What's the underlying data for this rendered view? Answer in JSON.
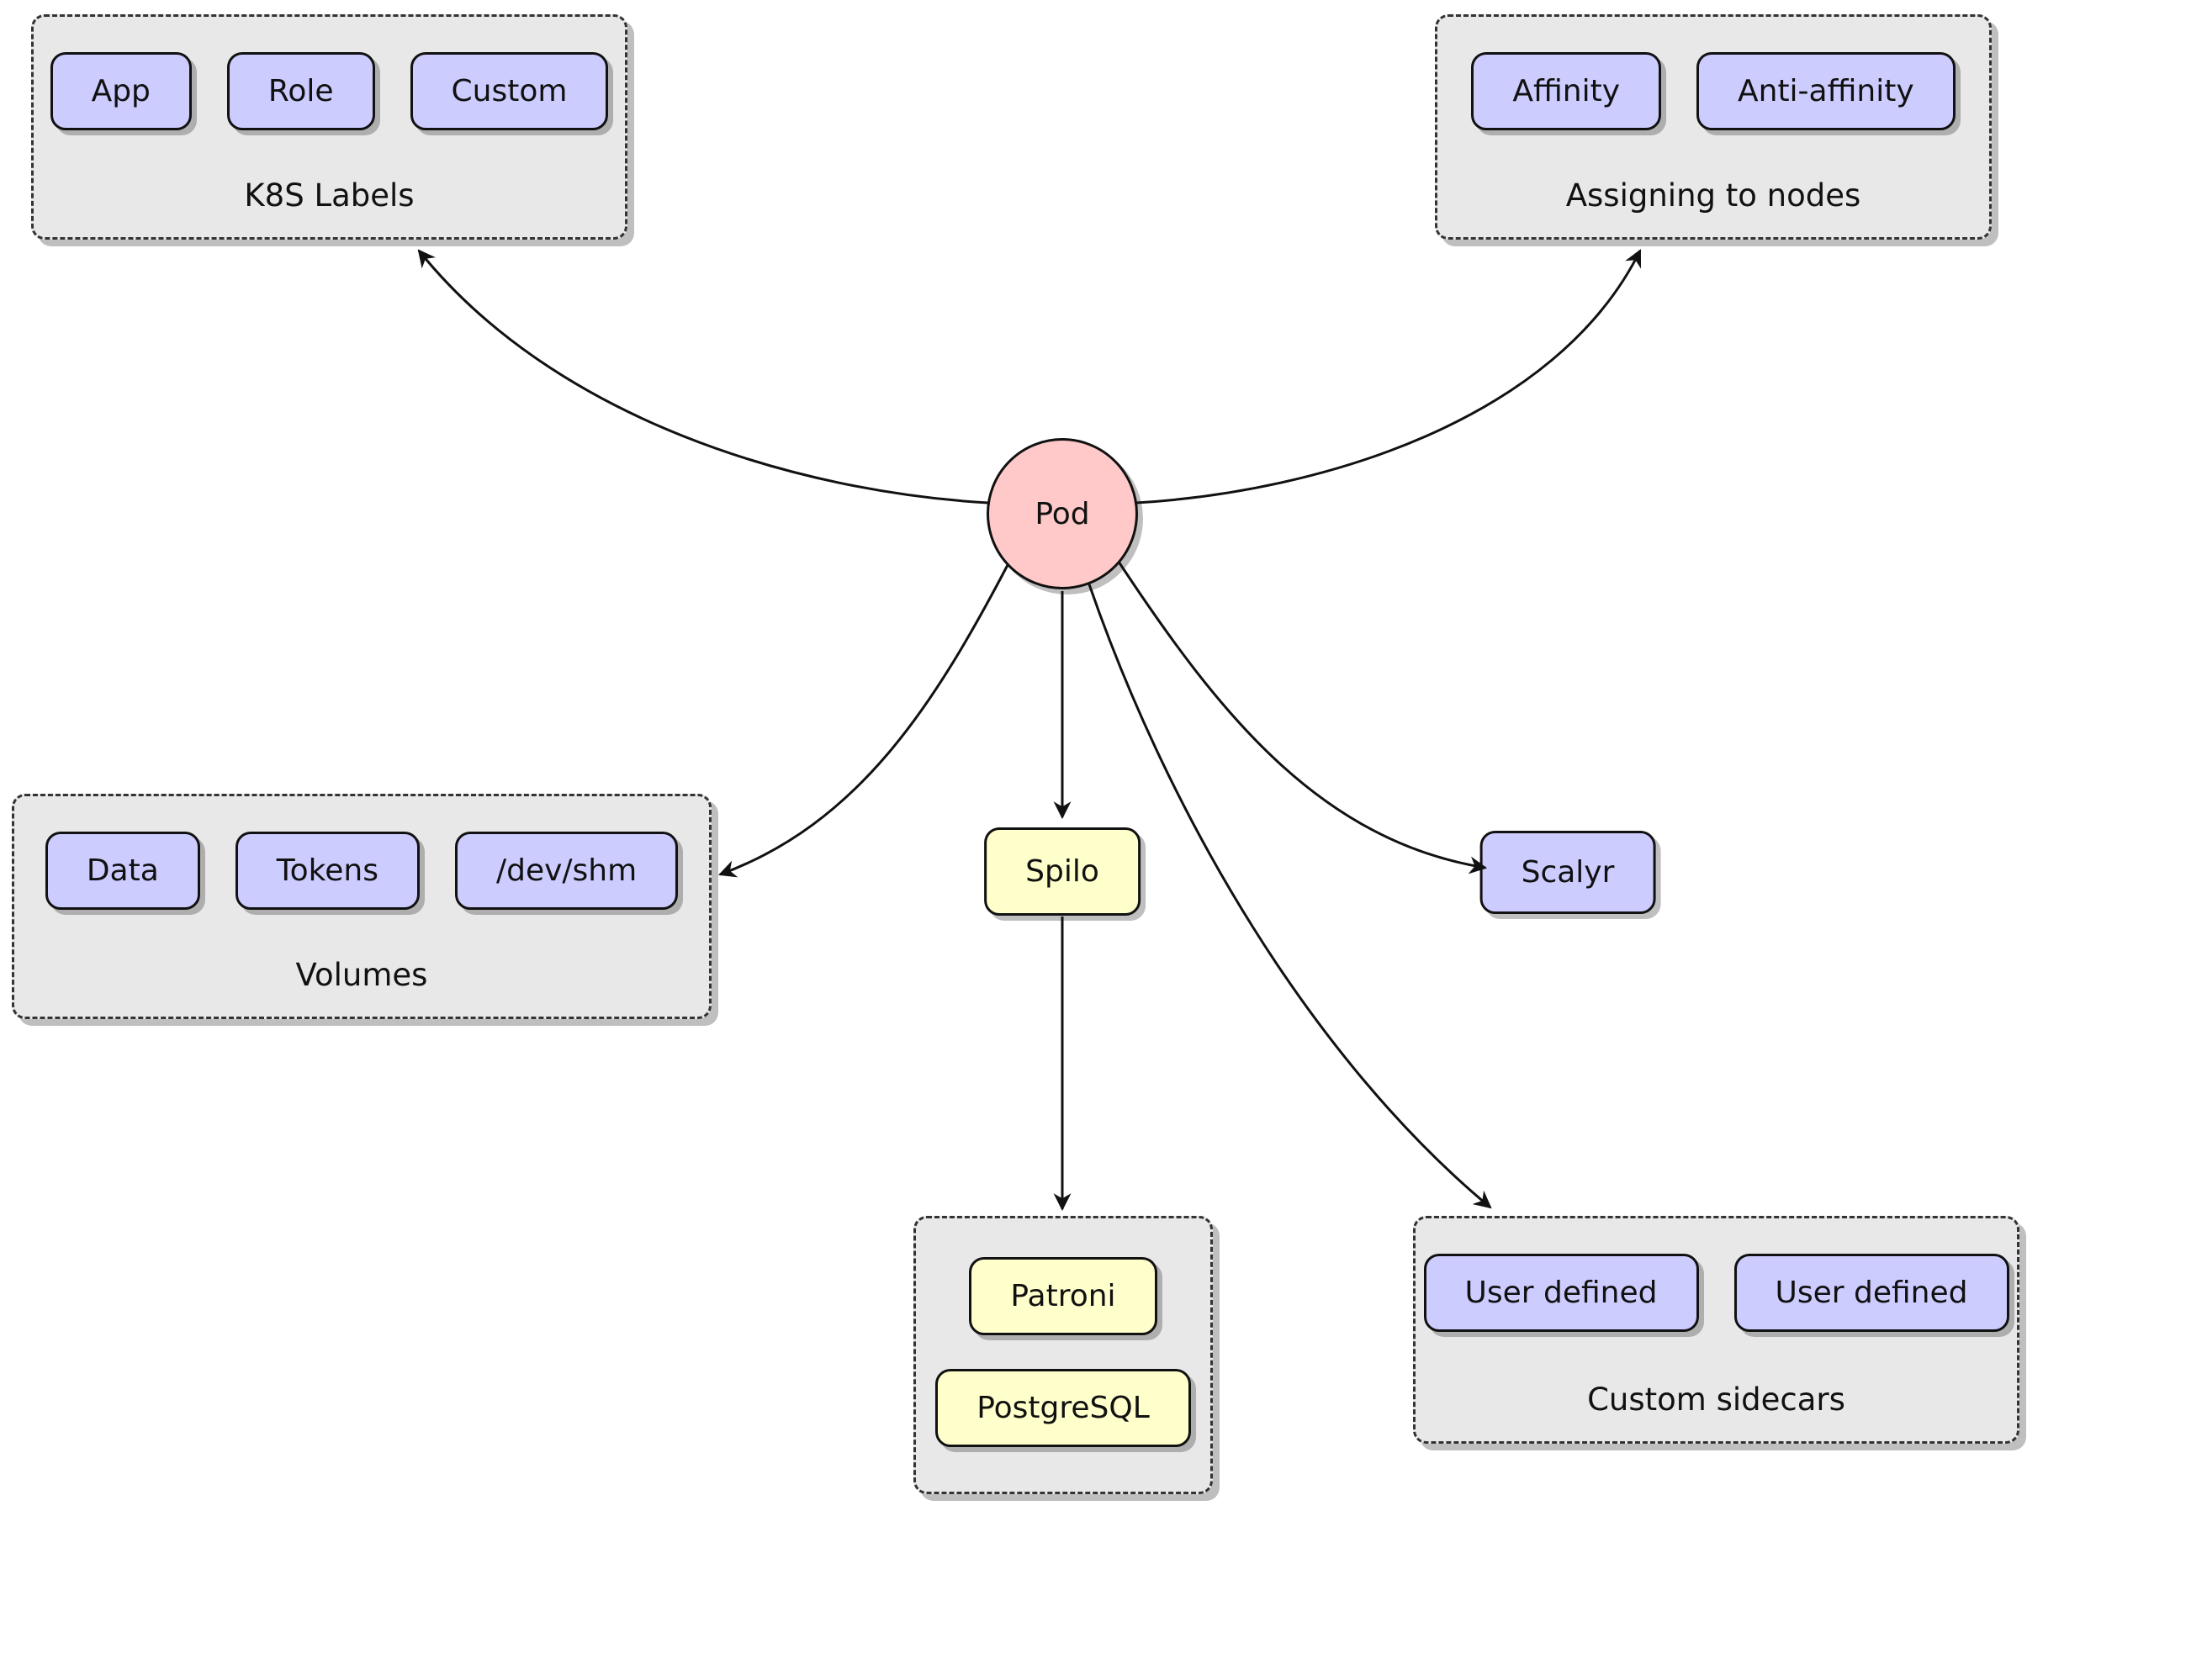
{
  "colors": {
    "canvas_bg": "#ffffff",
    "chip_purple": "#ccccff",
    "chip_yellow": "#ffffcc",
    "pod_pink": "#ffc9c9",
    "container_gray": "#e8e8e8"
  },
  "pod": {
    "label": "Pod"
  },
  "groups": {
    "k8s_labels": {
      "title": "K8S Labels",
      "items": [
        "App",
        "Role",
        "Custom"
      ]
    },
    "assigning_to_nodes": {
      "title": "Assigning to nodes",
      "items": [
        "Affinity",
        "Anti-affinity"
      ]
    },
    "volumes": {
      "title": "Volumes",
      "items": [
        "Data",
        "Tokens",
        "/dev/shm"
      ]
    },
    "spilo_stack": {
      "items": [
        "Patroni",
        "PostgreSQL"
      ]
    },
    "custom_sidecars": {
      "title": "Custom sidecars",
      "items": [
        "User defined",
        "User defined"
      ]
    }
  },
  "nodes": {
    "spilo": {
      "label": "Spilo"
    },
    "scalyr": {
      "label": "Scalyr"
    }
  },
  "edges": [
    "pod-to-k8s-labels",
    "pod-to-assigning-to-nodes",
    "pod-to-volumes",
    "pod-to-spilo",
    "pod-to-scalyr",
    "pod-to-custom-sidecars",
    "spilo-to-patroni-postgresql"
  ]
}
